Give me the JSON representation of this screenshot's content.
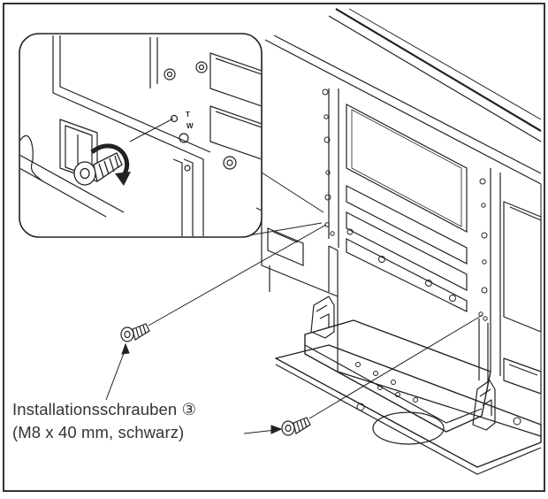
{
  "diagram": {
    "callout": {
      "line1": "Installationsschrauben ③",
      "line2": "(M8 x 40 mm, schwarz)"
    },
    "hole_markers": {
      "top": "T",
      "bottom": "W"
    },
    "colors": {
      "line": "#222222",
      "frame": "#333333",
      "text": "#333333",
      "background": "#ffffff"
    }
  }
}
